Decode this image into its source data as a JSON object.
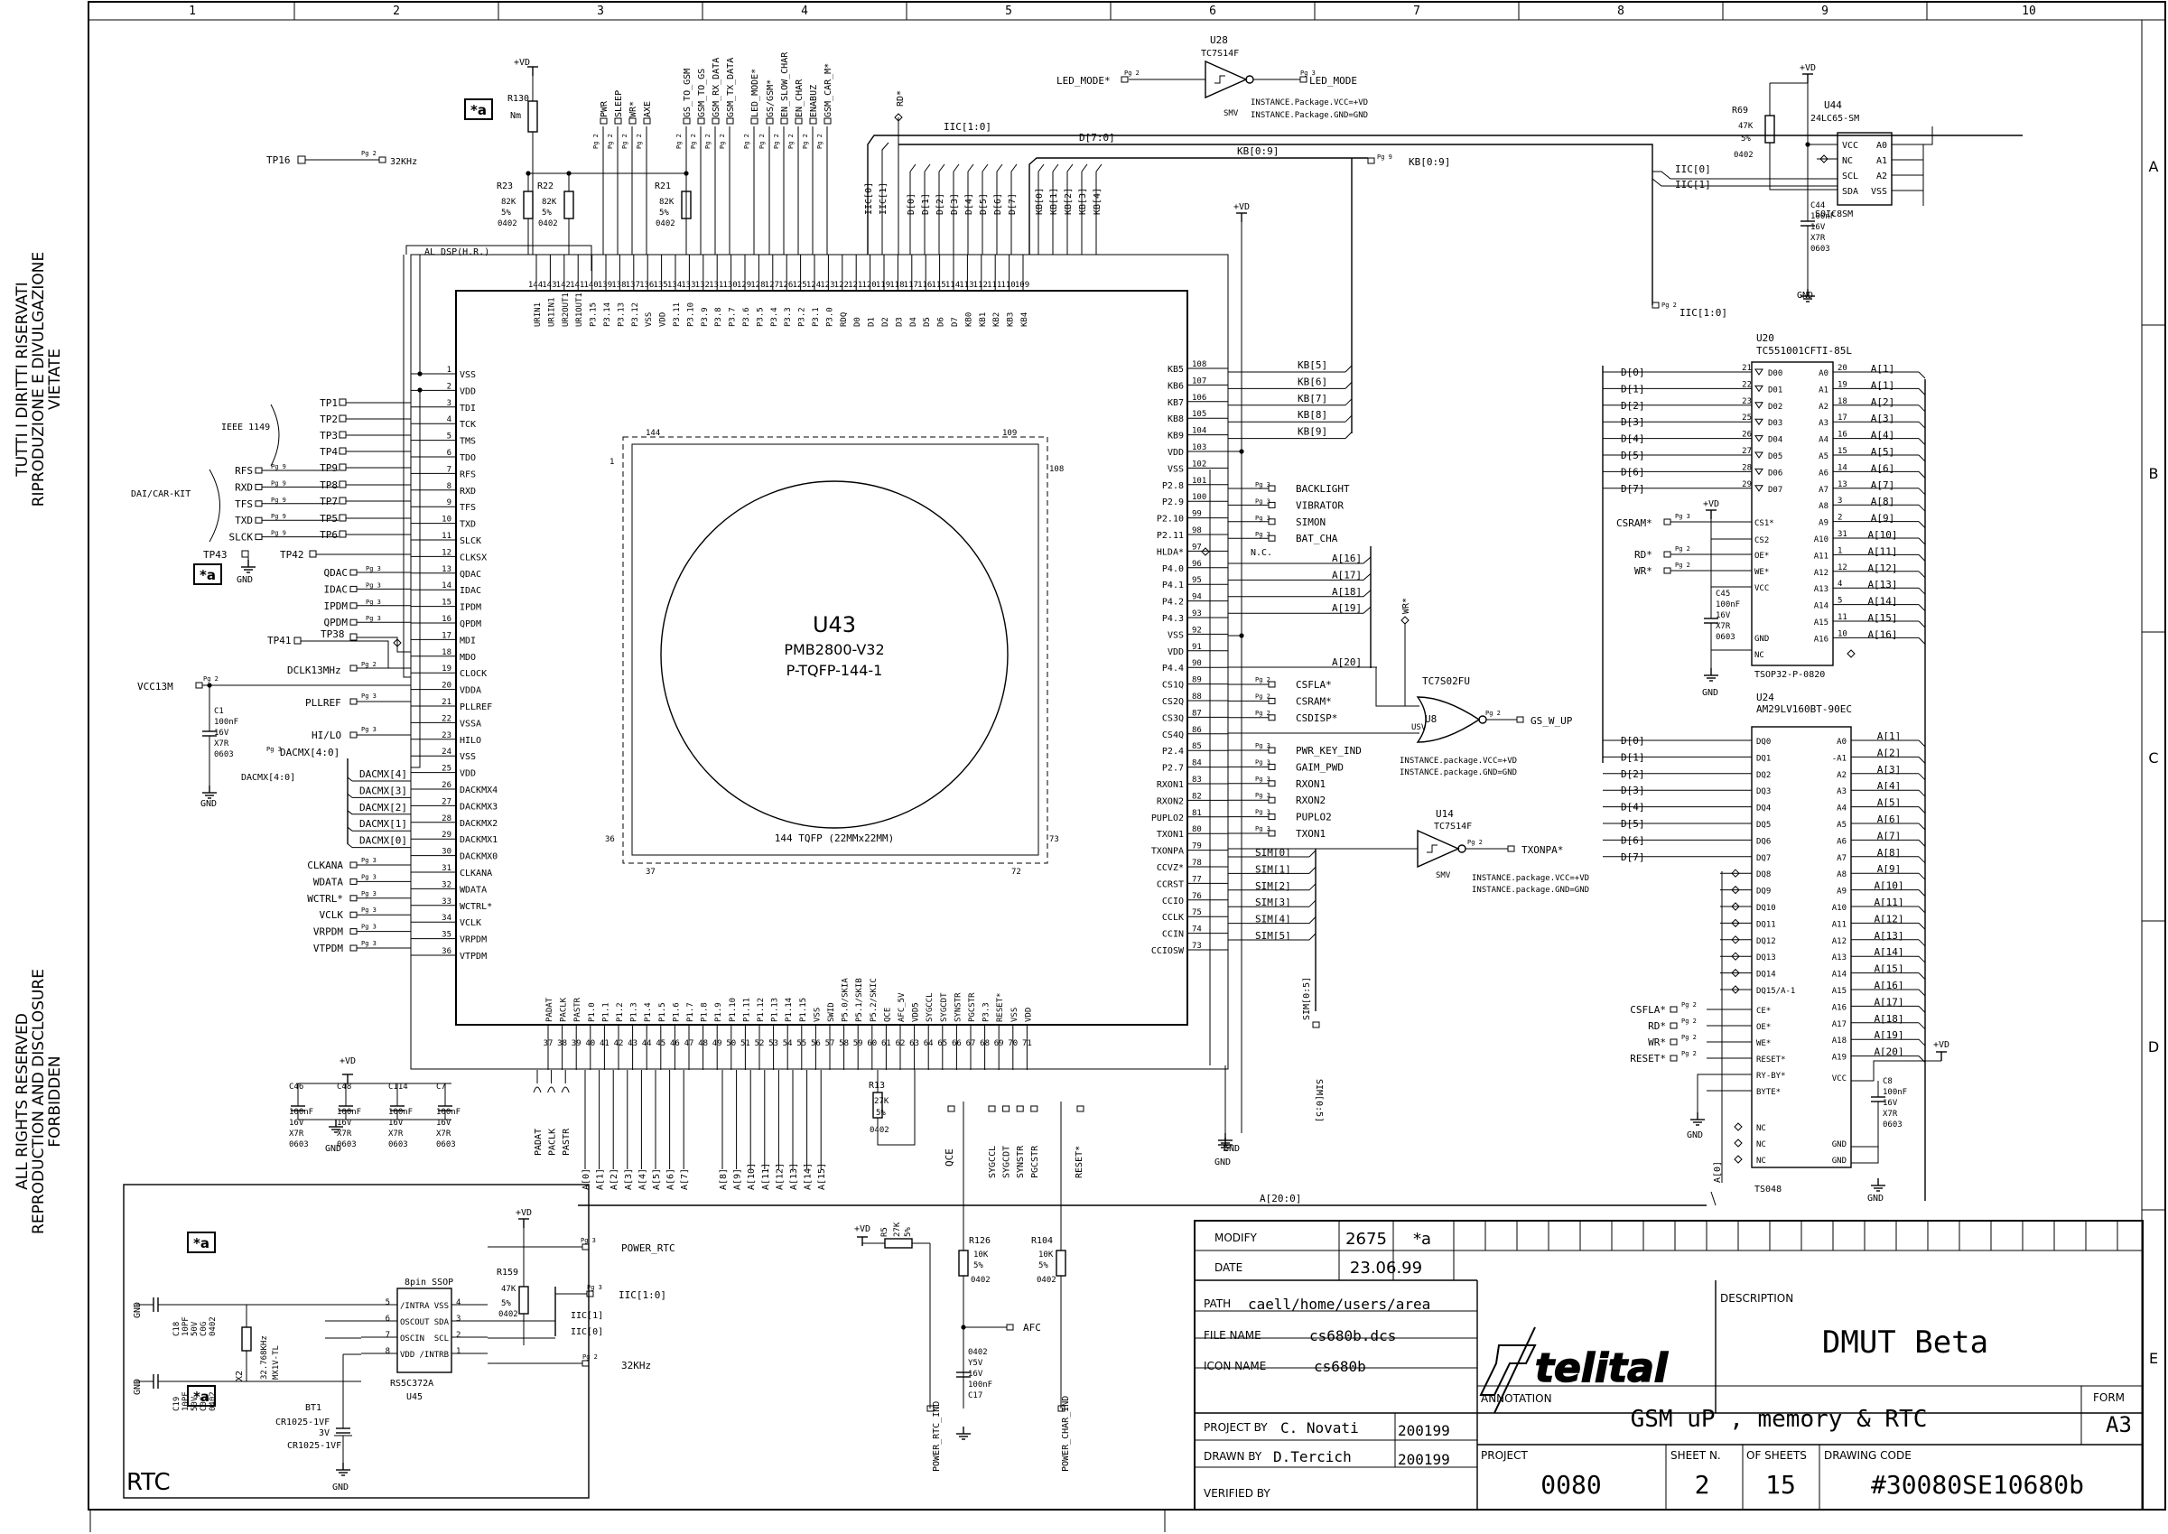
{
  "frame": {
    "columns": [
      "1",
      "2",
      "3",
      "4",
      "5",
      "6",
      "7",
      "8",
      "9",
      "10"
    ],
    "rows": [
      "A",
      "B",
      "C",
      "D",
      "E"
    ],
    "side_note_it": [
      "TUTTI I DIRITTI RISERVATI",
      "RIPRODUZIONE E DIVULGAZIONE",
      "VIETATE"
    ],
    "side_note_en": [
      "ALL RIGHTS RESERVED",
      "REPRODUCTION AND DISCLOSURE",
      "FORBIDDEN"
    ]
  },
  "u43": {
    "ref": "U43",
    "part": "PMB2800-V32",
    "pkg": "P-TQFP-144-1",
    "pkg_note": "144 TQFP (22MMx22MM)",
    "corner_labels": [
      "144",
      "109",
      "108",
      "1",
      "36",
      "73",
      "37",
      "72"
    ],
    "left_pins": [
      {
        "n": "1",
        "name": "VSS"
      },
      {
        "n": "2",
        "name": "VDD"
      },
      {
        "n": "3",
        "name": "TDI"
      },
      {
        "n": "4",
        "name": "TCK"
      },
      {
        "n": "5",
        "name": "TMS"
      },
      {
        "n": "6",
        "name": "TDO"
      },
      {
        "n": "7",
        "name": "RFS"
      },
      {
        "n": "8",
        "name": "RXD"
      },
      {
        "n": "9",
        "name": "TFS"
      },
      {
        "n": "10",
        "name": "TXD"
      },
      {
        "n": "11",
        "name": "SLCK"
      },
      {
        "n": "12",
        "name": "CLKSX"
      },
      {
        "n": "13",
        "name": "QDAC"
      },
      {
        "n": "14",
        "name": "IDAC"
      },
      {
        "n": "15",
        "name": "IPDM"
      },
      {
        "n": "16",
        "name": "QPDM"
      },
      {
        "n": "17",
        "name": "MDI"
      },
      {
        "n": "18",
        "name": "MDO"
      },
      {
        "n": "19",
        "name": "CLOCK"
      },
      {
        "n": "20",
        "name": "VDDA"
      },
      {
        "n": "21",
        "name": "PLLREF"
      },
      {
        "n": "22",
        "name": "VSSA"
      },
      {
        "n": "23",
        "name": "HILO"
      },
      {
        "n": "24",
        "name": "VSS"
      },
      {
        "n": "25",
        "name": "VDD"
      },
      {
        "n": "26",
        "name": "DACKMX4"
      },
      {
        "n": "27",
        "name": "DACKMX3"
      },
      {
        "n": "28",
        "name": "DACKMX2"
      },
      {
        "n": "29",
        "name": "DACKMX1"
      },
      {
        "n": "30",
        "name": "DACKMX0"
      },
      {
        "n": "31",
        "name": "CLKANA"
      },
      {
        "n": "32",
        "name": "WDATA"
      },
      {
        "n": "33",
        "name": "WCTRL*"
      },
      {
        "n": "34",
        "name": "VCLK"
      },
      {
        "n": "35",
        "name": "VRPDM"
      },
      {
        "n": "36",
        "name": "VTPDM"
      }
    ],
    "right_pins": [
      {
        "n": "108",
        "name": "KB5"
      },
      {
        "n": "107",
        "name": "KB6"
      },
      {
        "n": "106",
        "name": "KB7"
      },
      {
        "n": "105",
        "name": "KB8"
      },
      {
        "n": "104",
        "name": "KB9"
      },
      {
        "n": "103",
        "name": "VDD"
      },
      {
        "n": "102",
        "name": "VSS"
      },
      {
        "n": "101",
        "name": "P2.8"
      },
      {
        "n": "100",
        "name": "P2.9"
      },
      {
        "n": "99",
        "name": "P2.10"
      },
      {
        "n": "98",
        "name": "P2.11"
      },
      {
        "n": "97",
        "name": "HLDA*"
      },
      {
        "n": "96",
        "name": "P4.0"
      },
      {
        "n": "95",
        "name": "P4.1"
      },
      {
        "n": "94",
        "name": "P4.2"
      },
      {
        "n": "93",
        "name": "P4.3"
      },
      {
        "n": "92",
        "name": "VSS"
      },
      {
        "n": "91",
        "name": "VDD"
      },
      {
        "n": "90",
        "name": "P4.4"
      },
      {
        "n": "89",
        "name": "CS1Q"
      },
      {
        "n": "88",
        "name": "CS2Q"
      },
      {
        "n": "87",
        "name": "CS3Q"
      },
      {
        "n": "86",
        "name": "CS4Q"
      },
      {
        "n": "85",
        "name": "P2.4"
      },
      {
        "n": "84",
        "name": "P2.7"
      },
      {
        "n": "83",
        "name": "RXON1"
      },
      {
        "n": "82",
        "name": "RXON2"
      },
      {
        "n": "81",
        "name": "PUPLO2"
      },
      {
        "n": "80",
        "name": "TXON1"
      },
      {
        "n": "79",
        "name": "TXONPA"
      },
      {
        "n": "78",
        "name": "CCVZ*"
      },
      {
        "n": "77",
        "name": "CCRST"
      },
      {
        "n": "76",
        "name": "CCIO"
      },
      {
        "n": "75",
        "name": "CCLK"
      },
      {
        "n": "74",
        "name": "CCIN"
      },
      {
        "n": "73",
        "name": "CCIOSW"
      }
    ],
    "top_pins": [
      {
        "n": "144",
        "name": "URIN1"
      },
      {
        "n": "143",
        "name": "UR1IN1"
      },
      {
        "n": "142",
        "name": "UR2OUT1"
      },
      {
        "n": "141",
        "name": "UR1OUT1"
      },
      {
        "n": "140",
        "name": "P3.15"
      },
      {
        "n": "139",
        "name": "P3.14"
      },
      {
        "n": "138",
        "name": "P3.13"
      },
      {
        "n": "137",
        "name": "P3.12"
      },
      {
        "n": "136",
        "name": "VSS"
      },
      {
        "n": "135",
        "name": "VDD"
      },
      {
        "n": "134",
        "name": "P3.11"
      },
      {
        "n": "133",
        "name": "P3.10"
      },
      {
        "n": "132",
        "name": "P3.9"
      },
      {
        "n": "131",
        "name": "P3.8"
      },
      {
        "n": "130",
        "name": "P3.7"
      },
      {
        "n": "129",
        "name": "P3.6"
      },
      {
        "n": "128",
        "name": "P3.5"
      },
      {
        "n": "127",
        "name": "P3.4"
      },
      {
        "n": "126",
        "name": "P3.3"
      },
      {
        "n": "125",
        "name": "P3.2"
      },
      {
        "n": "124",
        "name": "P3.1"
      },
      {
        "n": "123",
        "name": "P3.0"
      },
      {
        "n": "122",
        "name": "RDQ"
      },
      {
        "n": "121",
        "name": "D0"
      },
      {
        "n": "120",
        "name": "D1"
      },
      {
        "n": "119",
        "name": "D2"
      },
      {
        "n": "118",
        "name": "D3"
      },
      {
        "n": "117",
        "name": "D4"
      },
      {
        "n": "116",
        "name": "D5"
      },
      {
        "n": "115",
        "name": "D6"
      },
      {
        "n": "114",
        "name": "D7"
      },
      {
        "n": "113",
        "name": "KB0"
      },
      {
        "n": "112",
        "name": "KB1"
      },
      {
        "n": "111",
        "name": "KB2"
      },
      {
        "n": "110",
        "name": "KB3"
      },
      {
        "n": "109",
        "name": "KB4"
      }
    ],
    "bottom_pins": [
      {
        "n": "37",
        "name": "PADAT"
      },
      {
        "n": "38",
        "name": "PACLK"
      },
      {
        "n": "39",
        "name": "PASTR"
      },
      {
        "n": "40",
        "name": "P1.0"
      },
      {
        "n": "41",
        "name": "P1.1"
      },
      {
        "n": "42",
        "name": "P1.2"
      },
      {
        "n": "43",
        "name": "P1.3"
      },
      {
        "n": "44",
        "name": "P1.4"
      },
      {
        "n": "45",
        "name": "P1.5"
      },
      {
        "n": "46",
        "name": "P1.6"
      },
      {
        "n": "47",
        "name": "P1.7"
      },
      {
        "n": "48",
        "name": "P1.8"
      },
      {
        "n": "49",
        "name": "P1.9"
      },
      {
        "n": "50",
        "name": "P1.10"
      },
      {
        "n": "51",
        "name": "P1.11"
      },
      {
        "n": "52",
        "name": "P1.12"
      },
      {
        "n": "53",
        "name": "P1.13"
      },
      {
        "n": "54",
        "name": "P1.14"
      },
      {
        "n": "55",
        "name": "P1.15"
      },
      {
        "n": "56",
        "name": "VSS"
      },
      {
        "n": "57",
        "name": "SWID"
      },
      {
        "n": "58",
        "name": "P5.0/SKIA"
      },
      {
        "n": "59",
        "name": "P5.1/SKIB"
      },
      {
        "n": "60",
        "name": "P5.2/SKIC"
      },
      {
        "n": "61",
        "name": "QCE"
      },
      {
        "n": "62",
        "name": "AFC_5V"
      },
      {
        "n": "63",
        "name": "VDD5"
      },
      {
        "n": "64",
        "name": "SYGCCL"
      },
      {
        "n": "65",
        "name": "SYGCDT"
      },
      {
        "n": "66",
        "name": "SYNSTR"
      },
      {
        "n": "67",
        "name": "PGCSTR"
      },
      {
        "n": "68",
        "name": "P3.3"
      },
      {
        "n": "69",
        "name": "RESET*"
      },
      {
        "n": "70",
        "name": "VSS"
      },
      {
        "n": "71",
        "name": "VDD"
      }
    ]
  },
  "top_nets": [
    "PWR",
    "SLEEP",
    "WR*",
    "AXE",
    "GS_TO_GSM",
    "GSM_TO_GS",
    "GSM_RX_DATA",
    "GSM_TX_DATA",
    "LED_MODE*",
    "GS/GSM*",
    "EN_SLOW_CHAR",
    "EN_CHAR",
    "ENABUZ",
    "GSM_CAR_M*"
  ],
  "top_bus_labels": {
    "iic": "IIC[1:0]",
    "d": "D[7:0]",
    "kb": "KB[0:9]",
    "kb_out": "KB[0:9]",
    "al": "AL DSP(H.R.)",
    "rd": "RD*"
  },
  "top_bus_lines": [
    "IIC[0]",
    "IIC[1]",
    "D[0]",
    "D[1]",
    "D[2]",
    "D[3]",
    "D[4]",
    "D[5]",
    "D[6]",
    "D[7]",
    "KB[0]",
    "KB[1]",
    "KB[2]",
    "KB[3]",
    "KB[4]"
  ],
  "left_components": {
    "r130": {
      "ref": "R130",
      "val": "Nm",
      "vd": "+VD",
      "tag": "*a"
    },
    "r23": {
      "ref": "R23",
      "v1": "82K",
      "v2": "5%",
      "v3": "0402"
    },
    "r22": {
      "ref": "R22",
      "v1": "82K",
      "v2": "5%",
      "v3": "0402"
    },
    "r21": {
      "ref": "R21",
      "v1": "82K",
      "v2": "5%",
      "v3": "0402"
    },
    "tp16": {
      "ref": "TP16",
      "net": "32KHz"
    },
    "ieee": "IEEE 1149",
    "dai": "DAI/CAR-KIT",
    "tps": [
      "TP1",
      "TP2",
      "TP3",
      "TP4",
      "TP9",
      "TP8",
      "TP7",
      "TP5",
      "TP6"
    ],
    "dai_signals": [
      "RFS",
      "RXD",
      "TFS",
      "TXD",
      "SLCK"
    ],
    "tp43": "TP43",
    "tp42": "TP42",
    "gnd": "GND",
    "tag": "*a",
    "analog": [
      "QDAC",
      "IDAC",
      "IPDM",
      "QPDM"
    ],
    "tp41": "TP41",
    "tp38": "TP38",
    "dclk": "DCLK13MHz",
    "vcc13m": "VCC13M",
    "pllref": "PLLREF",
    "hilo": "HI/LO",
    "c1": [
      "C1",
      "100nF",
      "16V",
      "X7R",
      "0603"
    ],
    "dacmx_bus": "DACMX[4:0]",
    "dacmx_bus2": "DACMX[4:0]",
    "dacmx": [
      "DACMX[4]",
      "DACMX[3]",
      "DACMX[2]",
      "DACMX[1]",
      "DACMX[0]"
    ],
    "bottom_left": [
      "CLKANA",
      "WDATA",
      "WCTRL*",
      "VCLK",
      "VRPDM",
      "VTPDM"
    ],
    "pg3": "Pg 3",
    "pg2": "Pg 2",
    "pg9": "Pg 9"
  },
  "decoupling": {
    "vd": "+VD",
    "gnd": "GND",
    "caps": [
      [
        "C46",
        "100nF",
        "16V",
        "X7R",
        "0603"
      ],
      [
        "C48",
        "100nF",
        "16V",
        "X7R",
        "0603"
      ],
      [
        "C114",
        "100nF",
        "16V",
        "X7R",
        "0603"
      ],
      [
        "C7",
        "100nF",
        "16V",
        "X7R",
        "0603"
      ]
    ]
  },
  "rtc": {
    "title": "RTC",
    "tag1": "*a",
    "tag2": "*a",
    "chip": "8pin SSOP",
    "chip_ref": "U45",
    "chip_part": "RS5C372A",
    "pins_l": [
      "/INTRA",
      "OSCOUT",
      "OSCIN",
      "VDD"
    ],
    "pins_l_n": [
      "5",
      "6",
      "7",
      "8"
    ],
    "pins_r": [
      "VSS",
      "SDA",
      "SCL",
      "/INTRB"
    ],
    "pins_r_n": [
      "4",
      "3",
      "2",
      "1"
    ],
    "c18": [
      "C18",
      "10PF",
      "50V",
      "C0G",
      "0402"
    ],
    "c19": [
      "C19",
      "10PF",
      "50V",
      "C0G",
      "0402"
    ],
    "x2": [
      "X2",
      "32.768KHz",
      "MX1V-TL"
    ],
    "bt1": [
      "BT1",
      "CR1025-1VF",
      "3V",
      "CR1025-1VF"
    ],
    "r159": [
      "R159",
      "47K",
      "5%",
      "0402"
    ],
    "vd": "+VD",
    "gnd": "GND",
    "nets": [
      "POWER_RTC",
      "IIC[1:0]",
      "IIC[1]",
      "IIC[0]",
      "32KHz"
    ]
  },
  "bottom_nets": {
    "pa": [
      "PADAT",
      "PACLK",
      "PASTR"
    ],
    "a_low": [
      "A[0]",
      "A[1]",
      "A[2]",
      "A[3]",
      "A[4]",
      "A[5]",
      "A[6]",
      "A[7]"
    ],
    "a_high": [
      "A[8]",
      "A[9]",
      "A[10]",
      "A[11]",
      "A[12]",
      "A[13]",
      "A[14]",
      "A[15]"
    ],
    "r13": [
      "R13",
      "27K",
      "5%",
      "0402"
    ],
    "qce": "QCE",
    "sy": [
      "SYGCCL",
      "SYGCDT",
      "SYNSTR",
      "PGCSTR"
    ],
    "reset": "RESET*",
    "gnd": "GND",
    "a_bus": "A[20:0]",
    "r5": [
      "R5",
      "27K",
      "5%"
    ],
    "vd": "+VD",
    "r126": [
      "R126",
      "10K",
      "5%",
      "0402"
    ],
    "r104": [
      "R104",
      "10K",
      "5%",
      "0402"
    ],
    "afc": "AFC",
    "c17": [
      "0402",
      "Y5V",
      "16V",
      "100nF",
      "C17"
    ],
    "power_rtc_ind": "POWER_RTC_IND",
    "power_char_ind": "POWER_CHAR_IND"
  },
  "right_nets": {
    "kb": [
      "KB[5]",
      "KB[6]",
      "KB[7]",
      "KB[8]",
      "KB[9]"
    ],
    "p2": [
      "BACKLIGHT",
      "VIBRATOR",
      "SIMON",
      "BAT_CHA"
    ],
    "nc": "N.C.",
    "a16": [
      "A[16]",
      "A[17]",
      "A[18]",
      "A[19]"
    ],
    "a20": "A[20]",
    "cs": [
      "CSFLA*",
      "CSRAM*",
      "CSDISP*"
    ],
    "misc": [
      "PWR_KEY_IND",
      "GAIM_PWD",
      "RXON1",
      "RXON2",
      "PUPLO2",
      "TXON1"
    ],
    "sim": [
      "SIM[0]",
      "SIM[1]",
      "SIM[2]",
      "SIM[3]",
      "SIM[4]",
      "SIM[5]"
    ],
    "sim_bus": "SIM[0:5]",
    "sim_bus2": "SIM[0:5]",
    "vd": "+VD",
    "gnd": "GND",
    "wr": "WR*"
  },
  "gates": {
    "u28": {
      "ref": "U28",
      "part": "TC7S14F",
      "in": "LED_MODE*",
      "out": "LED_MODE",
      "note1": "INSTANCE.Package.VCC=+VD",
      "note2": "INSTANCE.Package.GND=GND",
      "type": "SMV"
    },
    "u8": {
      "ref": "U8",
      "part": "TC7S02FU",
      "out": "GS_W_UP",
      "note1": "INSTANCE.package.VCC=+VD",
      "note2": "INSTANCE.package.GND=GND",
      "type": "USV"
    },
    "u14": {
      "ref": "U14",
      "part": "TC7S14F",
      "out": "TXONPA*",
      "note1": "INSTANCE.package.VCC=+VD",
      "note2": "INSTANCE.package.GND=GND",
      "type": "SMV"
    }
  },
  "u44": {
    "ref": "U44",
    "part": "24LC65-SM",
    "pkg": "SOIC8SM",
    "pins": [
      "VCC",
      "NC",
      "SCL",
      "SDA",
      "A0",
      "A1",
      "A2",
      "VSS"
    ],
    "r69": [
      "R69",
      "47K",
      "5%",
      "0402"
    ],
    "c44": [
      "C44",
      "100nF",
      "16V",
      "X7R",
      "0603"
    ],
    "vd": "+VD",
    "gnd": "GND",
    "iic": [
      "IIC[0]",
      "IIC[1]",
      "IIC[1:0]"
    ]
  },
  "u20": {
    "ref": "U20",
    "part": "TC551001CFTI-85L",
    "pkg": "TSOP32-P-0820",
    "d": [
      "D[0]",
      "D[1]",
      "D[2]",
      "D[3]",
      "D[4]",
      "D[5]",
      "D[6]",
      "D[7]"
    ],
    "dpins": [
      "D00",
      "D01",
      "D02",
      "D03",
      "D04",
      "D05",
      "D06",
      "D07"
    ],
    "dnums": [
      "21",
      "22",
      "23",
      "25",
      "26",
      "27",
      "28",
      "29"
    ],
    "apins": [
      "A0",
      "A1",
      "A2",
      "A3",
      "A4",
      "A5",
      "A6",
      "A7",
      "A8",
      "A9",
      "A10",
      "A11",
      "A12",
      "A13",
      "A14",
      "A15",
      "A16"
    ],
    "anums": [
      "20",
      "19",
      "18",
      "17",
      "16",
      "15",
      "14",
      "13",
      "3",
      "2",
      "31",
      "1",
      "12",
      "4",
      "5",
      "11",
      "10"
    ],
    "anets": [
      "A[1]",
      "A[1]",
      "A[2]",
      "A[3]",
      "A[4]",
      "A[5]",
      "A[6]",
      "A[7]",
      "A[8]",
      "A[9]",
      "A[10]",
      "A[11]",
      "A[12]",
      "A[13]",
      "A[14]",
      "A[15]",
      "A[16]"
    ],
    "ctl": [
      "CS1*",
      "CS2",
      "OE*",
      "WE*",
      "VCC",
      "GND",
      "NC"
    ],
    "csram": "CSRAM*",
    "rd": "RD*",
    "wr": "WR*",
    "vd": "+VD",
    "gnd": "GND",
    "c45": [
      "C45",
      "100nF",
      "16V",
      "X7R",
      "0603"
    ]
  },
  "u24": {
    "ref": "U24",
    "part": "AM29LV160BT-90EC",
    "pkg": "TS048",
    "d": [
      "D[0]",
      "D[1]",
      "D[2]",
      "D[3]",
      "D[4]",
      "D[5]",
      "D[6]",
      "D[7]"
    ],
    "dpins": [
      "DQ0",
      "DQ1",
      "DQ2",
      "DQ3",
      "DQ4",
      "DQ5",
      "DQ6",
      "DQ7",
      "DQ8",
      "DQ9",
      "DQ10",
      "DQ11",
      "DQ12",
      "DQ13",
      "DQ14",
      "DQ15/A-1"
    ],
    "apins": [
      "A0",
      "-A1",
      "A2",
      "A3",
      "A4",
      "A5",
      "A6",
      "A7",
      "A8",
      "A9",
      "A10",
      "A11",
      "A12",
      "A13",
      "A14",
      "A15",
      "A16",
      "A17",
      "A18",
      "A19"
    ],
    "anets": [
      "A[1]",
      "A[2]",
      "A[3]",
      "A[4]",
      "A[5]",
      "A[6]",
      "A[7]",
      "A[8]",
      "A[9]",
      "A[10]",
      "A[11]",
      "A[12]",
      "A[13]",
      "A[14]",
      "A[15]",
      "A[16]",
      "A[17]",
      "A[18]",
      "A[19]",
      "A[20]"
    ],
    "ctl": [
      "CE*",
      "OE*",
      "WE*",
      "RESET*",
      "RY-BY*",
      "BYTE*"
    ],
    "ctl_nets": [
      "CSFLA*",
      "RD*",
      "WR*",
      "RESET*"
    ],
    "nc": [
      "NC",
      "NC",
      "NC"
    ],
    "vcc": "VCC",
    "gnd": [
      "GND",
      "GND"
    ],
    "c8": [
      "C8",
      "100nF",
      "16V",
      "X7R",
      "0603"
    ],
    "vd": "+VD",
    "gnd_lbl": "GND",
    "a0": "A[0]"
  },
  "title_block": {
    "modify_lbl": "MODIFY",
    "modify_val": "2675",
    "modify_tag": "*a",
    "date_lbl": "DATE",
    "date_val": "23.06.99",
    "path_lbl": "PATH",
    "path_val": "caell/home/users/area",
    "file_lbl": "FILE NAME",
    "file_val": "cs680b.dcs",
    "icon_lbl": "ICON NAME",
    "icon_val": "cs680b",
    "project_by_lbl": "PROJECT BY",
    "project_by_val": "C. Novati",
    "project_by_date": "200199",
    "drawn_by_lbl": "DRAWN BY",
    "drawn_by_val": "D.Tercich",
    "drawn_by_date": "200199",
    "verified_lbl": "VERIFIED BY",
    "logo": "telital",
    "description_lbl": "DESCRIPTION",
    "description_val": "DMUT Beta",
    "annotation_lbl": "ANNOTATION",
    "annotation_val": "GSM uP , memory & RTC",
    "form_lbl": "FORM",
    "form_val": "A3",
    "project_lbl": "PROJECT",
    "project_val": "0080",
    "sheet_lbl": "SHEET N.",
    "sheet_val": "2",
    "of_lbl": "OF SHEETS",
    "of_val": "15",
    "code_lbl": "DRAWING CODE",
    "code_val": "#30080SE10680b"
  }
}
